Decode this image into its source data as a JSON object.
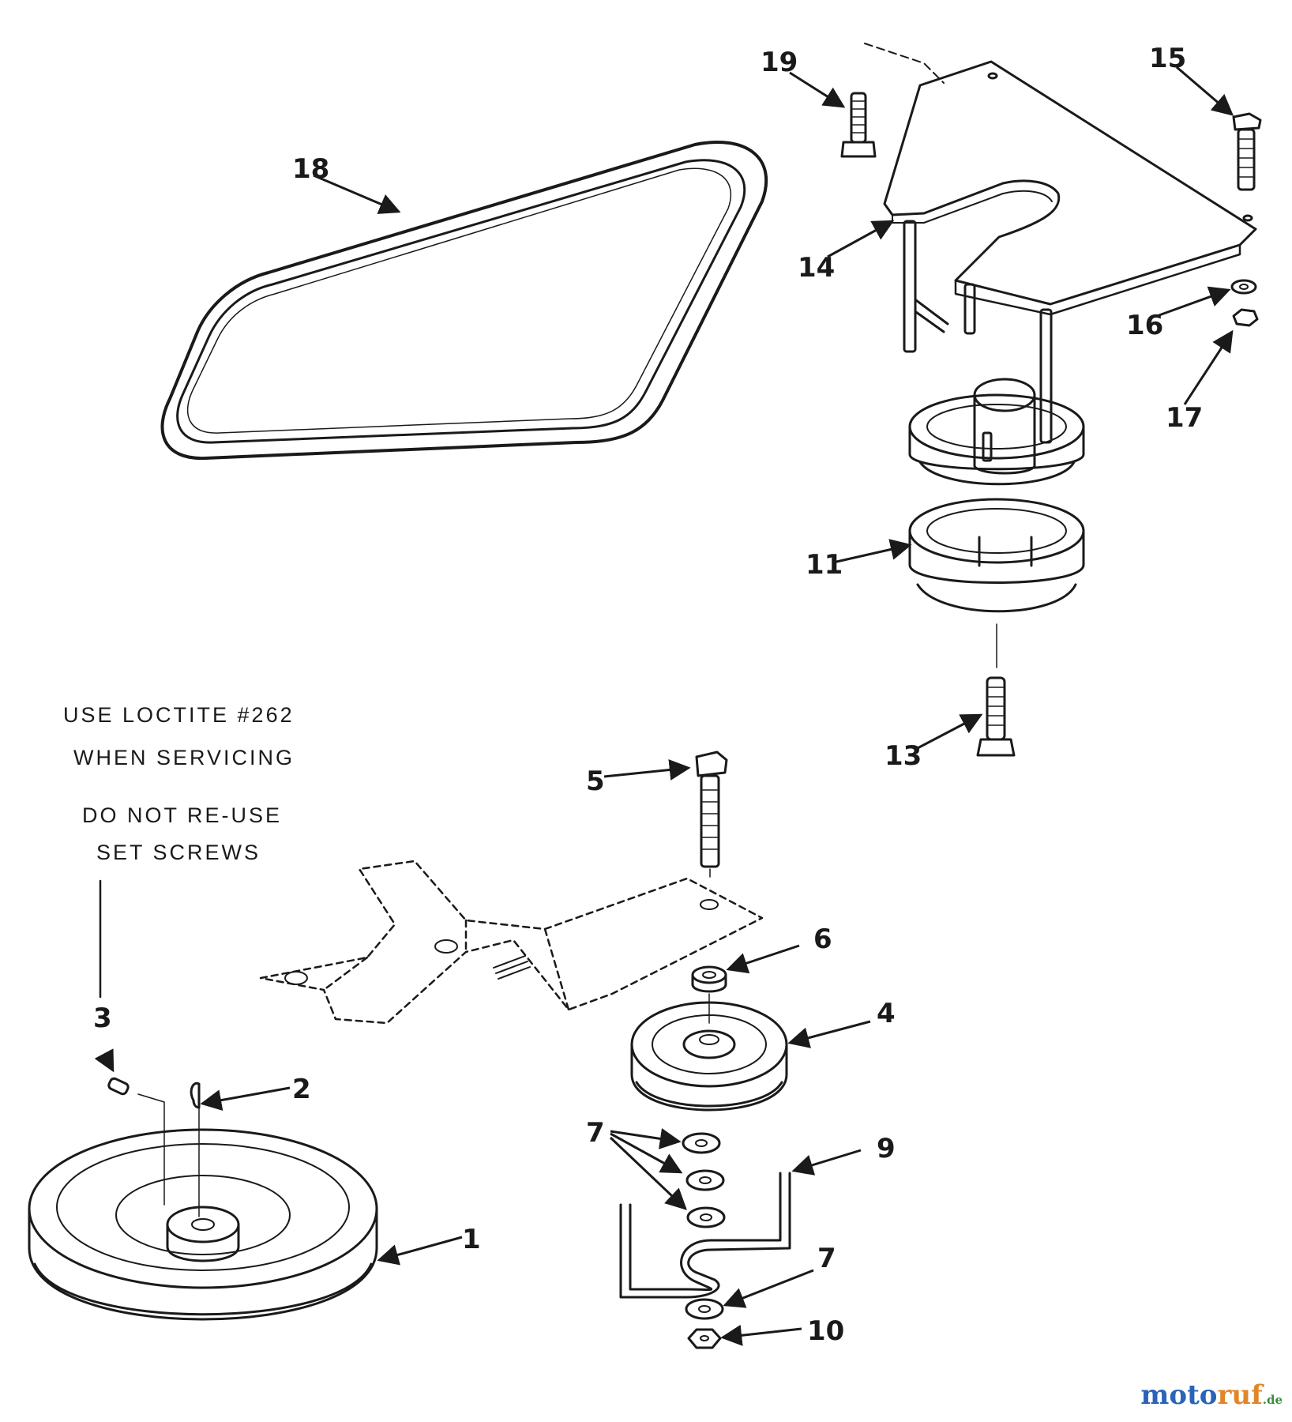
{
  "notes": {
    "loctite_line1": "USE LOCTITE #262",
    "loctite_line2": "WHEN SERVICING",
    "reuse_line1": "DO NOT RE-USE",
    "reuse_line2": "SET SCREWS"
  },
  "callouts": {
    "c1": "1",
    "c2": "2",
    "c3": "3",
    "c4": "4",
    "c5": "5",
    "c6": "6",
    "c7a": "7",
    "c7b": "7",
    "c9": "9",
    "c10": "10",
    "c11": "11",
    "c13": "13",
    "c14": "14",
    "c15": "15",
    "c16": "16",
    "c17": "17",
    "c18": "18",
    "c19": "19"
  },
  "watermark": {
    "moto": "moto",
    "ruf": "ruf",
    "tld": ".de"
  },
  "colors": {
    "ink": "#1a1a1a",
    "wm_blue": "#2a63b8",
    "wm_orange": "#e0862a",
    "wm_green": "#3a8f3a"
  }
}
